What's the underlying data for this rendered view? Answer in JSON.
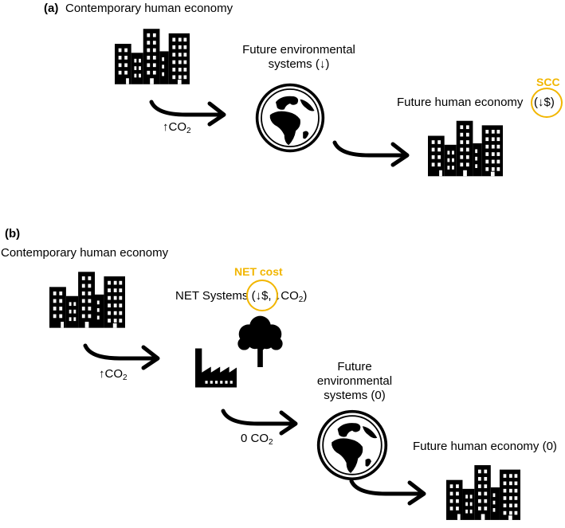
{
  "panel_a": {
    "label": "(a)",
    "title": "Contemporary human economy",
    "co2_prefix": "↑CO",
    "co2_sub": "2",
    "env_line1": "Future environmental",
    "env_line2": "systems (↓)",
    "scc_label": "SCC",
    "future_econ_text": "Future human economy",
    "future_econ_paren": "(↓$)"
  },
  "panel_b": {
    "label": "(b)",
    "title": "Contemporary human economy",
    "net_cost_label": "NET cost",
    "net_systems_prefix": "NET Systems ",
    "net_systems_circled": "(↓$,",
    "net_systems_rest": " ↓CO",
    "net_systems_sub": "2",
    "net_systems_close": ")",
    "co2_prefix": "↑CO",
    "co2_sub": "2",
    "zero_co2_prefix": "0 CO",
    "zero_co2_sub": "2",
    "env_line1": "Future",
    "env_line2": "environmental",
    "env_line3": "systems (0)",
    "future_econ": "Future human economy (0)"
  },
  "colors": {
    "highlight": "#f2b600",
    "icon": "#000000"
  },
  "icons": [
    "city-buildings-icon",
    "globe-icon",
    "tree-icon",
    "factory-icon",
    "curved-arrow-icon"
  ]
}
